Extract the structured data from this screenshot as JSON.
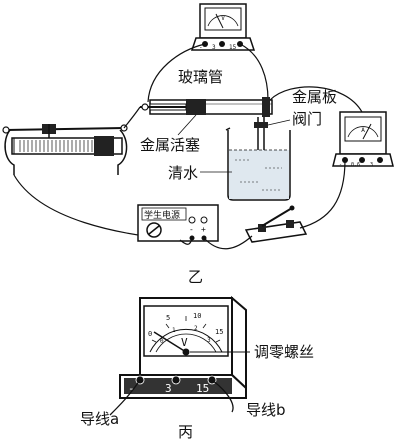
{
  "figure_yi": {
    "caption": "乙",
    "labels": {
      "glass_tube": "玻璃管",
      "metal_plate": "金属板",
      "valve": "阀门",
      "metal_piston": "金属活塞",
      "clean_water": "清水",
      "power_supply": "学生电源"
    },
    "voltmeter": {
      "symbol": "V",
      "terminals": [
        "-",
        "3",
        "15"
      ]
    },
    "ammeter": {
      "symbol": "A",
      "terminals": [
        "-",
        "0.6",
        "3"
      ]
    },
    "power_terminals": [
      "-",
      "+"
    ]
  },
  "figure_bing": {
    "caption": "丙",
    "labels": {
      "zero_screw": "调零螺丝",
      "wire_a": "导线a",
      "wire_b": "导线b"
    },
    "meter": {
      "symbol": "V",
      "scale_top": [
        "0",
        "5",
        "10",
        "15"
      ],
      "scale_bottom": [
        "0",
        "1",
        "2",
        "3"
      ],
      "terminals": [
        "-",
        "3",
        "15"
      ]
    }
  },
  "colors": {
    "ink": "#111111",
    "water": "#dfe8ef",
    "paper": "#ffffff"
  }
}
